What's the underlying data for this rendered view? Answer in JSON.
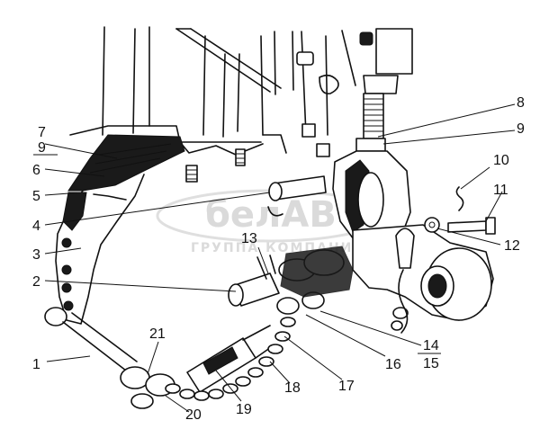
{
  "watermark": {
    "brand": "белАВТО",
    "subtitle": "ГРУППА КОМПАНИЙ"
  },
  "callouts": [
    {
      "id": "1",
      "text": "1"
    },
    {
      "id": "2",
      "text": "2"
    },
    {
      "id": "3",
      "text": "3"
    },
    {
      "id": "4",
      "text": "4"
    },
    {
      "id": "5",
      "text": "5"
    },
    {
      "id": "6",
      "text": "6"
    },
    {
      "id": "7",
      "text": "7"
    },
    {
      "id": "8",
      "text": "8"
    },
    {
      "id": "9",
      "text": "9"
    },
    {
      "id": "9b",
      "text": "9"
    },
    {
      "id": "10",
      "text": "10"
    },
    {
      "id": "11",
      "text": "11"
    },
    {
      "id": "12",
      "text": "12"
    },
    {
      "id": "13",
      "text": "13"
    },
    {
      "id": "14",
      "text": "14"
    },
    {
      "id": "15",
      "text": "15"
    },
    {
      "id": "16",
      "text": "16"
    },
    {
      "id": "17",
      "text": "17"
    },
    {
      "id": "18",
      "text": "18"
    },
    {
      "id": "19",
      "text": "19"
    },
    {
      "id": "20",
      "text": "20"
    },
    {
      "id": "21",
      "text": "21"
    }
  ]
}
